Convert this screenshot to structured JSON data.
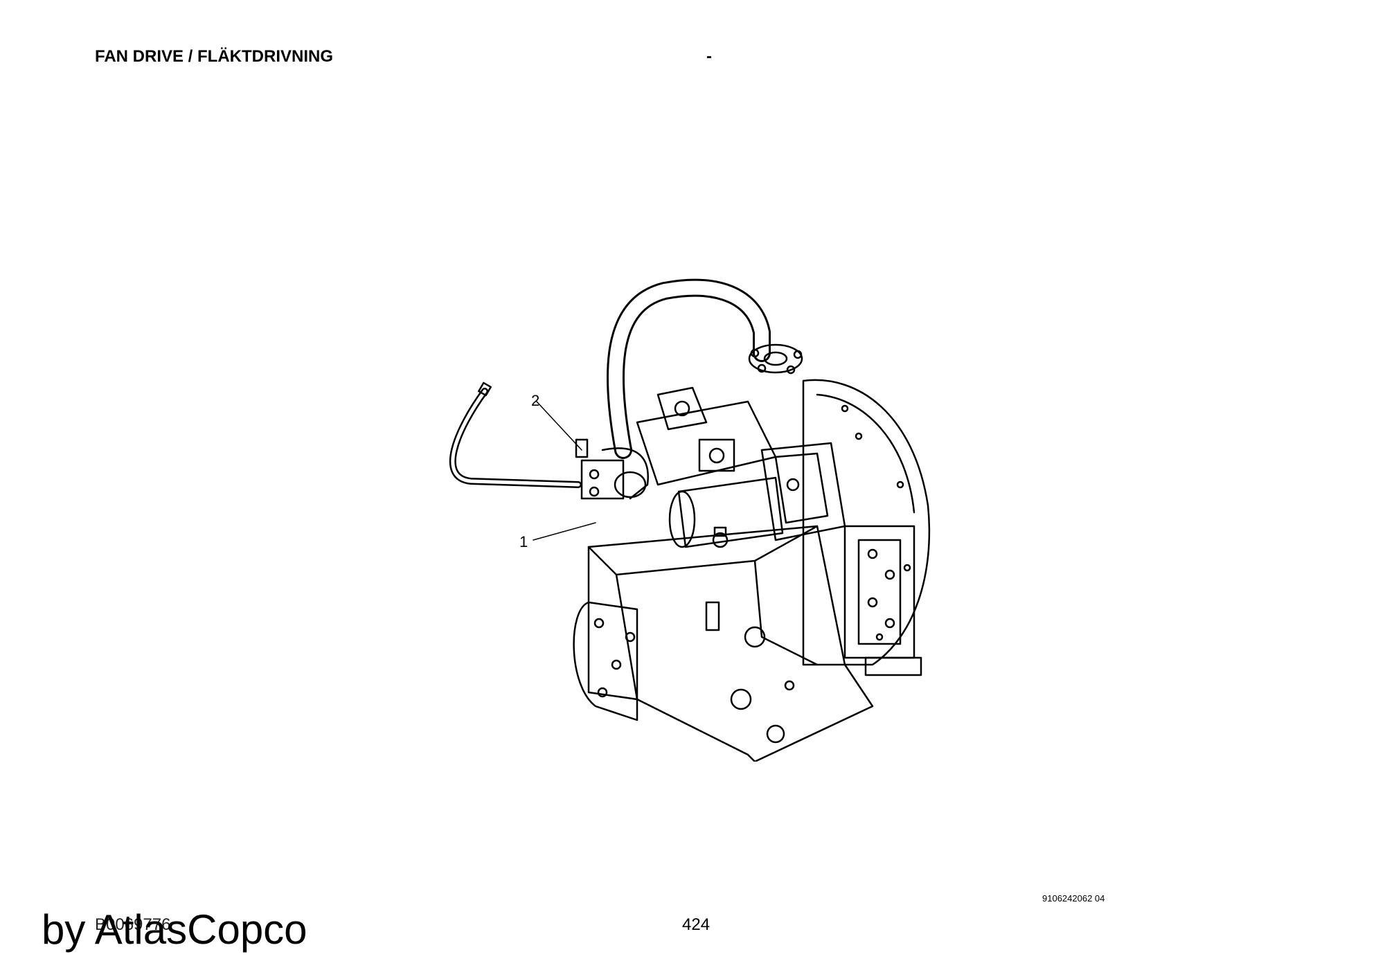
{
  "header": {
    "title": "FAN DRIVE / FLÄKTDRIVNING",
    "dash": "-"
  },
  "figure": {
    "callouts": [
      "2",
      "1"
    ]
  },
  "footer": {
    "doc_number": "9106242062 04",
    "page_number": "424",
    "part_number": "B0069776",
    "watermark": "by AtlasCopco"
  }
}
